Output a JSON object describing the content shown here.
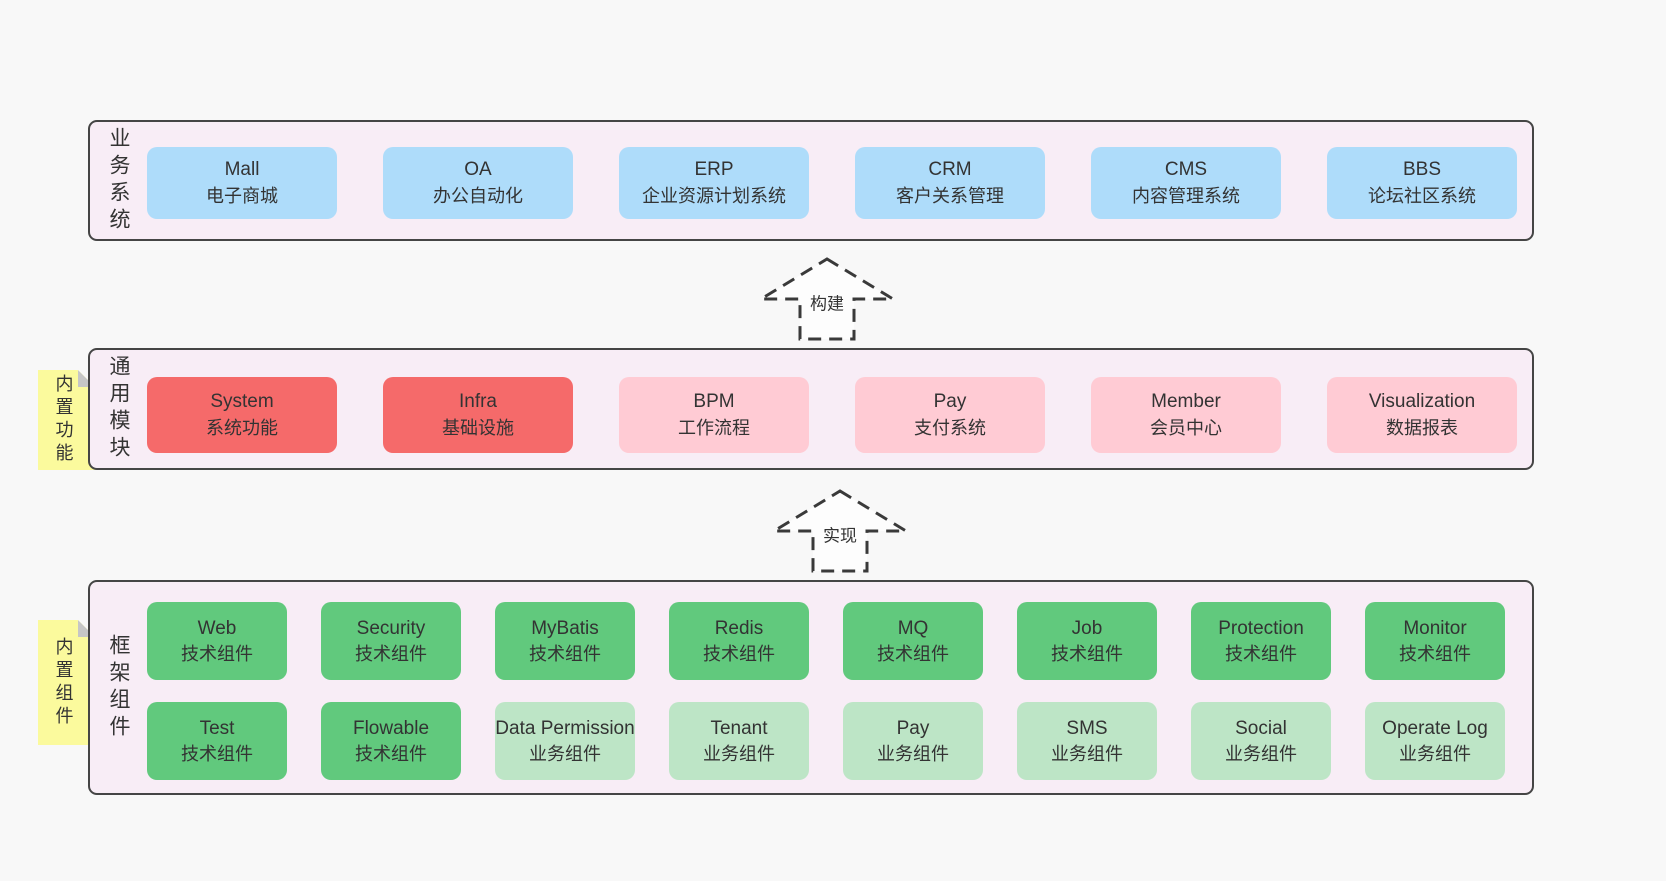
{
  "colors": {
    "page_bg": "#f8f8f8",
    "layer_bg": "#f8edf6",
    "layer_border": "#454545",
    "blue": "#aedcfa",
    "red": "#f56a6a",
    "pink": "#ffcbd4",
    "green": "#61c97d",
    "green_light": "#bde5c6",
    "sticky_yellow": "#fbfa9d",
    "sticky_fold": "#c6c6c6"
  },
  "layers": [
    {
      "label": "业务系统",
      "boxes": [
        {
          "name": "Mall",
          "desc": "电子商城",
          "variant": "blue"
        },
        {
          "name": "OA",
          "desc": "办公自动化",
          "variant": "blue"
        },
        {
          "name": "ERP",
          "desc": "企业资源计划系统",
          "variant": "blue"
        },
        {
          "name": "CRM",
          "desc": "客户关系管理",
          "variant": "blue"
        },
        {
          "name": "CMS",
          "desc": "内容管理系统",
          "variant": "blue"
        },
        {
          "name": "BBS",
          "desc": "论坛社区系统",
          "variant": "blue"
        }
      ]
    },
    {
      "label": "通用模块",
      "sticky": "内置功能",
      "boxes": [
        {
          "name": "System",
          "desc": "系统功能",
          "variant": "red"
        },
        {
          "name": "Infra",
          "desc": "基础设施",
          "variant": "red"
        },
        {
          "name": "BPM",
          "desc": "工作流程",
          "variant": "pink"
        },
        {
          "name": "Pay",
          "desc": "支付系统",
          "variant": "pink"
        },
        {
          "name": "Member",
          "desc": "会员中心",
          "variant": "pink"
        },
        {
          "name": "Visualization",
          "desc": "数据报表",
          "variant": "pink"
        }
      ]
    },
    {
      "label": "框架组件",
      "sticky": "内置组件",
      "rows": [
        [
          {
            "name": "Web",
            "desc": "技术组件",
            "variant": "green"
          },
          {
            "name": "Security",
            "desc": "技术组件",
            "variant": "green"
          },
          {
            "name": "MyBatis",
            "desc": "技术组件",
            "variant": "green"
          },
          {
            "name": "Redis",
            "desc": "技术组件",
            "variant": "green"
          },
          {
            "name": "MQ",
            "desc": "技术组件",
            "variant": "green"
          },
          {
            "name": "Job",
            "desc": "技术组件",
            "variant": "green"
          },
          {
            "name": "Protection",
            "desc": "技术组件",
            "variant": "green"
          },
          {
            "name": "Monitor",
            "desc": "技术组件",
            "variant": "green"
          }
        ],
        [
          {
            "name": "Test",
            "desc": "技术组件",
            "variant": "green"
          },
          {
            "name": "Flowable",
            "desc": "技术组件",
            "variant": "green"
          },
          {
            "name": "Data Permission",
            "desc": "业务组件",
            "variant": "green-light"
          },
          {
            "name": "Tenant",
            "desc": "业务组件",
            "variant": "green-light"
          },
          {
            "name": "Pay",
            "desc": "业务组件",
            "variant": "green-light"
          },
          {
            "name": "SMS",
            "desc": "业务组件",
            "variant": "green-light"
          },
          {
            "name": "Social",
            "desc": "业务组件",
            "variant": "green-light"
          },
          {
            "name": "Operate Log",
            "desc": "业务组件",
            "variant": "green-light"
          }
        ]
      ]
    }
  ],
  "arrows": [
    {
      "label": "构建"
    },
    {
      "label": "实现"
    }
  ]
}
